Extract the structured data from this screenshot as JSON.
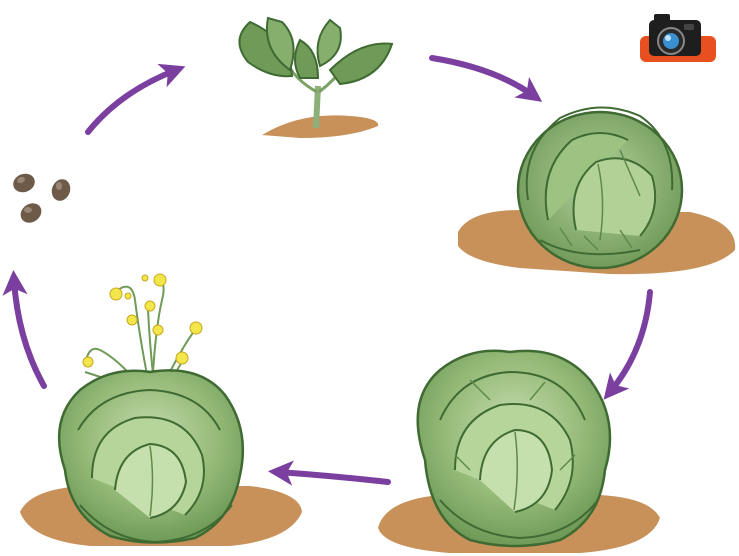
{
  "diagram": {
    "kind": "life-cycle",
    "stages": [
      {
        "id": "seeds",
        "icon": "seeds-icon"
      },
      {
        "id": "seedling",
        "icon": "seedling-icon"
      },
      {
        "id": "young-cabbage",
        "icon": "young-cabbage-icon"
      },
      {
        "id": "mature-cabbage",
        "icon": "mature-cabbage-icon"
      },
      {
        "id": "flowering-cabbage",
        "icon": "flowering-cabbage-icon"
      }
    ],
    "flow": [
      "seeds",
      "seedling",
      "young-cabbage",
      "mature-cabbage",
      "flowering-cabbage",
      "seeds"
    ],
    "arrow_color": "#7b3fa0"
  },
  "toolbar": {
    "camera_icon": "camera-icon",
    "camera_badge_color": "#e8501f"
  },
  "colors": {
    "soil": "#c8915a",
    "leaf_light": "#a9c98a",
    "leaf_mid": "#7aa262",
    "leaf_dark": "#3f6b33",
    "flower": "#f2e64a"
  }
}
